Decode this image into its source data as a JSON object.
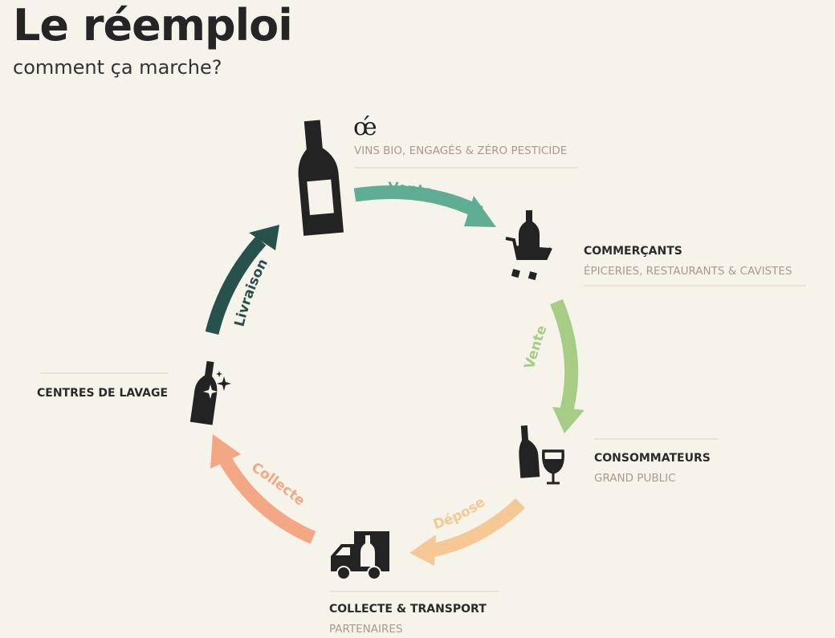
{
  "header": {
    "title": "Le réemploi",
    "subtitle": "comment ça marche?"
  },
  "colors": {
    "background": "#f6f3ea",
    "livraison": "#27514b",
    "vente_top": "#5fae93",
    "vente_right": "#a6cc86",
    "depose": "#f5c896",
    "collecte": "#f3a784",
    "icon": "#232323",
    "subtext": "#a89a93"
  },
  "nodes": {
    "producer": {
      "logo": "œ́",
      "subtitle": "VINS BIO, ENGAGÉS & ZÉRO PESTICIDE",
      "icon": "wine-bottle-icon"
    },
    "retailers": {
      "title": "COMMERÇANTS",
      "subtitle": "ÉPICERIES, RESTAURANTS & CAVISTES",
      "icon": "shopping-cart-icon"
    },
    "consumers": {
      "title": "CONSOMMATEURS",
      "subtitle": "GRAND PUBLIC",
      "icon": "bottle-and-glass-icon"
    },
    "transport": {
      "title": "COLLECTE & TRANSPORT",
      "subtitle": "PARTENAIRES",
      "icon": "delivery-truck-icon"
    },
    "washing": {
      "title": "CENTRES DE LAVAGE",
      "icon": "clean-bottle-icon"
    }
  },
  "arrows": {
    "vente_top": "Vente",
    "vente_right": "Vente",
    "depose": "Dépose",
    "collecte": "Collecte",
    "livraison": "Livraison"
  }
}
